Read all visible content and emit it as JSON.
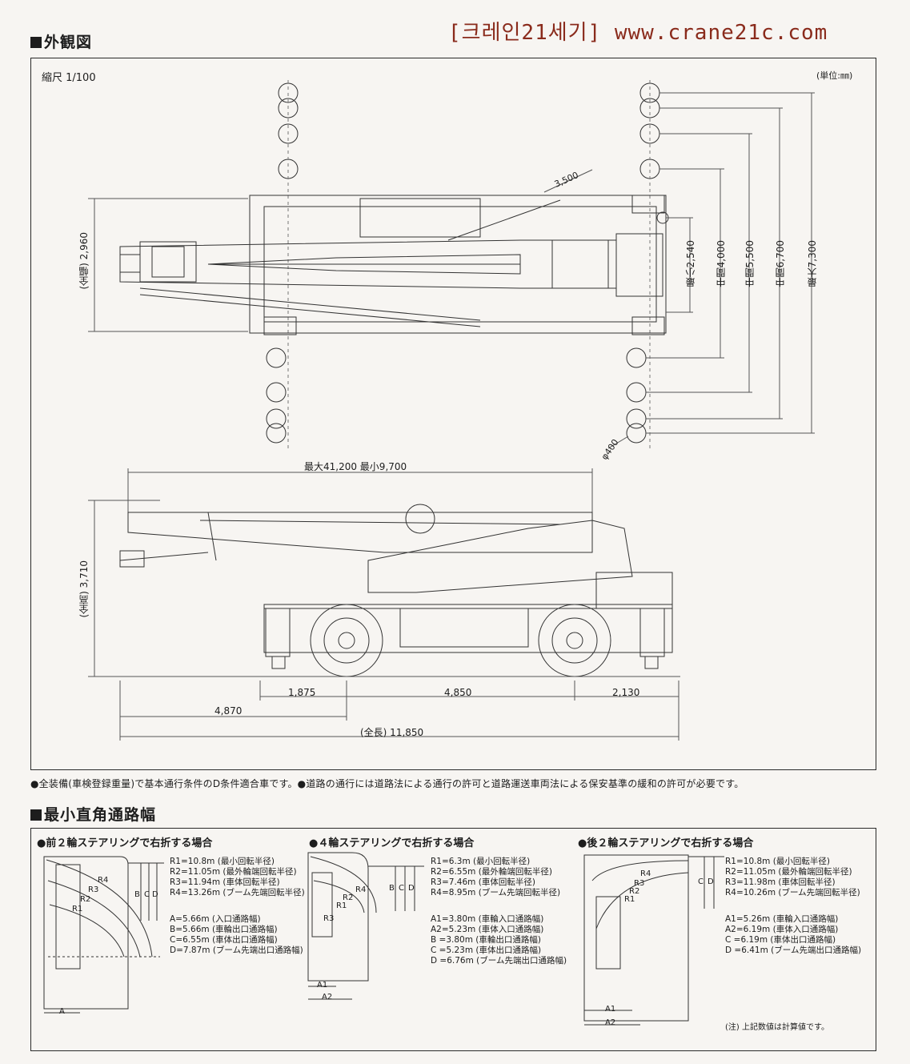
{
  "header": {
    "section1_title": "外観図",
    "brand": "[크레인21세기] www.crane21c.com"
  },
  "exterior": {
    "scale": "縮尺 1/100",
    "unit": "(単位:㎜)",
    "width_label": "(全幅) 2,960",
    "angle_label": "3,500",
    "outrigger_dims": [
      "最小2,540",
      "中間4,000",
      "中間5,500",
      "中間6,700",
      "最大7,300"
    ],
    "pad_label": "φ400",
    "boom_length": "最大41,200  最小9,700",
    "height_label": "(全高) 3,710",
    "dim_1875": "1,875",
    "dim_4850": "4,850",
    "dim_2130": "2,130",
    "dim_4870": "4,870",
    "total_length": "(全長) 11,850"
  },
  "notes": "●全装備(車検登録重量)で基本通行条件のD条件適合車です。●道路の通行には道路法による通行の許可と道路運送車両法による保安基準の緩和の許可が必要です。",
  "section2_title": "最小直角通路幅",
  "panels": [
    {
      "title": "●前２輪ステアリングで右折する場合",
      "radii": [
        "R1=10.8m (最小回転半径)",
        "R2=11.05m (最外輪端回転半径)",
        "R3=11.94m (車体回転半径)",
        "R4=13.26m (ブーム先端回転半径)"
      ],
      "widths": [
        "A=5.66m (入口通路幅)",
        "B=5.66m (車輪出口通路幅)",
        "C=6.55m (車体出口通路幅)",
        "D=7.87m (ブーム先端出口通路幅)"
      ],
      "diagram_labels": [
        "R1",
        "R2",
        "R3",
        "R4",
        "B",
        "C",
        "D",
        "A"
      ]
    },
    {
      "title": "●４輪ステアリングで右折する場合",
      "radii": [
        "R1=6.3m (最小回転半径)",
        "R2=6.55m (最外輪端回転半径)",
        "R3=7.46m (車体回転半径)",
        "R4=8.95m (ブーム先端回転半径)"
      ],
      "widths": [
        "A1=3.80m (車輪入口通路幅)",
        "A2=5.23m (車体入口通路幅)",
        "B =3.80m (車輪出口通路幅)",
        "C =5.23m (車体出口通路幅)",
        "D =6.76m (ブーム先端出口通路幅)"
      ],
      "diagram_labels": [
        "R1",
        "R2",
        "R3",
        "R4",
        "B",
        "C",
        "D",
        "A1",
        "A2"
      ]
    },
    {
      "title": "●後２輪ステアリングで右折する場合",
      "radii": [
        "R1=10.8m (最小回転半径)",
        "R2=11.05m (最外輪端回転半径)",
        "R3=11.98m (車体回転半径)",
        "R4=10.26m (ブーム先端回転半径)"
      ],
      "widths": [
        "A1=5.26m (車輪入口通路幅)",
        "A2=6.19m (車体入口通路幅)",
        "C =6.19m (車体出口通路幅)",
        "D =6.41m (ブーム先端出口通路幅)"
      ],
      "diagram_labels": [
        "R1",
        "R2",
        "R3",
        "R4",
        "C",
        "D",
        "A1",
        "A2"
      ],
      "footnote": "(注) 上記数値は計算値です。"
    }
  ]
}
